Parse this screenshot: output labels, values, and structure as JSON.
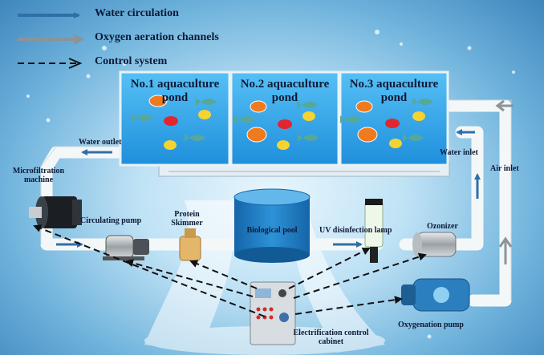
{
  "legend": {
    "water": "Water circulation",
    "oxygen": "Oxygen aeration channels",
    "control": "Control system"
  },
  "ponds": [
    {
      "line1": "No.1 aquaculture",
      "line2": "pond"
    },
    {
      "line1": "No.2 aquaculture",
      "line2": "pond"
    },
    {
      "line1": "No.3 aquaculture",
      "line2": "pond"
    }
  ],
  "labels": {
    "water_outlet": "Water outlet",
    "microfiltration_1": "Microfiltration",
    "microfiltration_2": "machine",
    "circulating_pump": "Circulating pump",
    "protein_1": "Protein",
    "protein_2": "Skimmer",
    "biological_pool": "Biological pool",
    "uv_lamp": "UV disinfection lamp",
    "ozonizer": "Ozonizer",
    "water_inlet": "Water inlet",
    "air_inlet": "Air inlet",
    "oxygenation_pump": "Oxygenation pump",
    "control_cabinet_1": "Electrification control",
    "control_cabinet_2": "cabinet"
  },
  "colors": {
    "water_arrow": "#2f6fa8",
    "oxygen_arrow": "#8a9499",
    "control_arrow": "#111111",
    "pipe": "#f4f7f8",
    "pond_water": "#2b9fe6",
    "biological_pool": "#1e78c0"
  }
}
